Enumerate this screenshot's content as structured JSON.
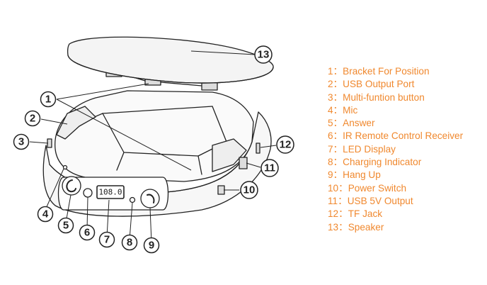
{
  "display_reading": "108.0",
  "callouts": [
    "1",
    "2",
    "3",
    "4",
    "5",
    "6",
    "7",
    "8",
    "9",
    "10",
    "11",
    "12",
    "13"
  ],
  "legend": [
    "1：Bracket For Position",
    "2：USB Output Port",
    "3：Multi-funtion button",
    "4：Mic",
    "5：Answer",
    "6：IR Remote Control Receiver",
    "7：LED Display",
    "8：Charging Indicator",
    "9：Hang Up",
    "10：Power Switch",
    "11：USB 5V Output",
    "12：TF Jack",
    "13：Speaker"
  ],
  "colors": {
    "legend_text": "#f0882e",
    "line_art": "#222222"
  },
  "icons": [
    "answer-phone-icon",
    "hang-up-phone-icon",
    "ir-receiver-icon",
    "charging-led-icon",
    "mic-hole-icon"
  ]
}
